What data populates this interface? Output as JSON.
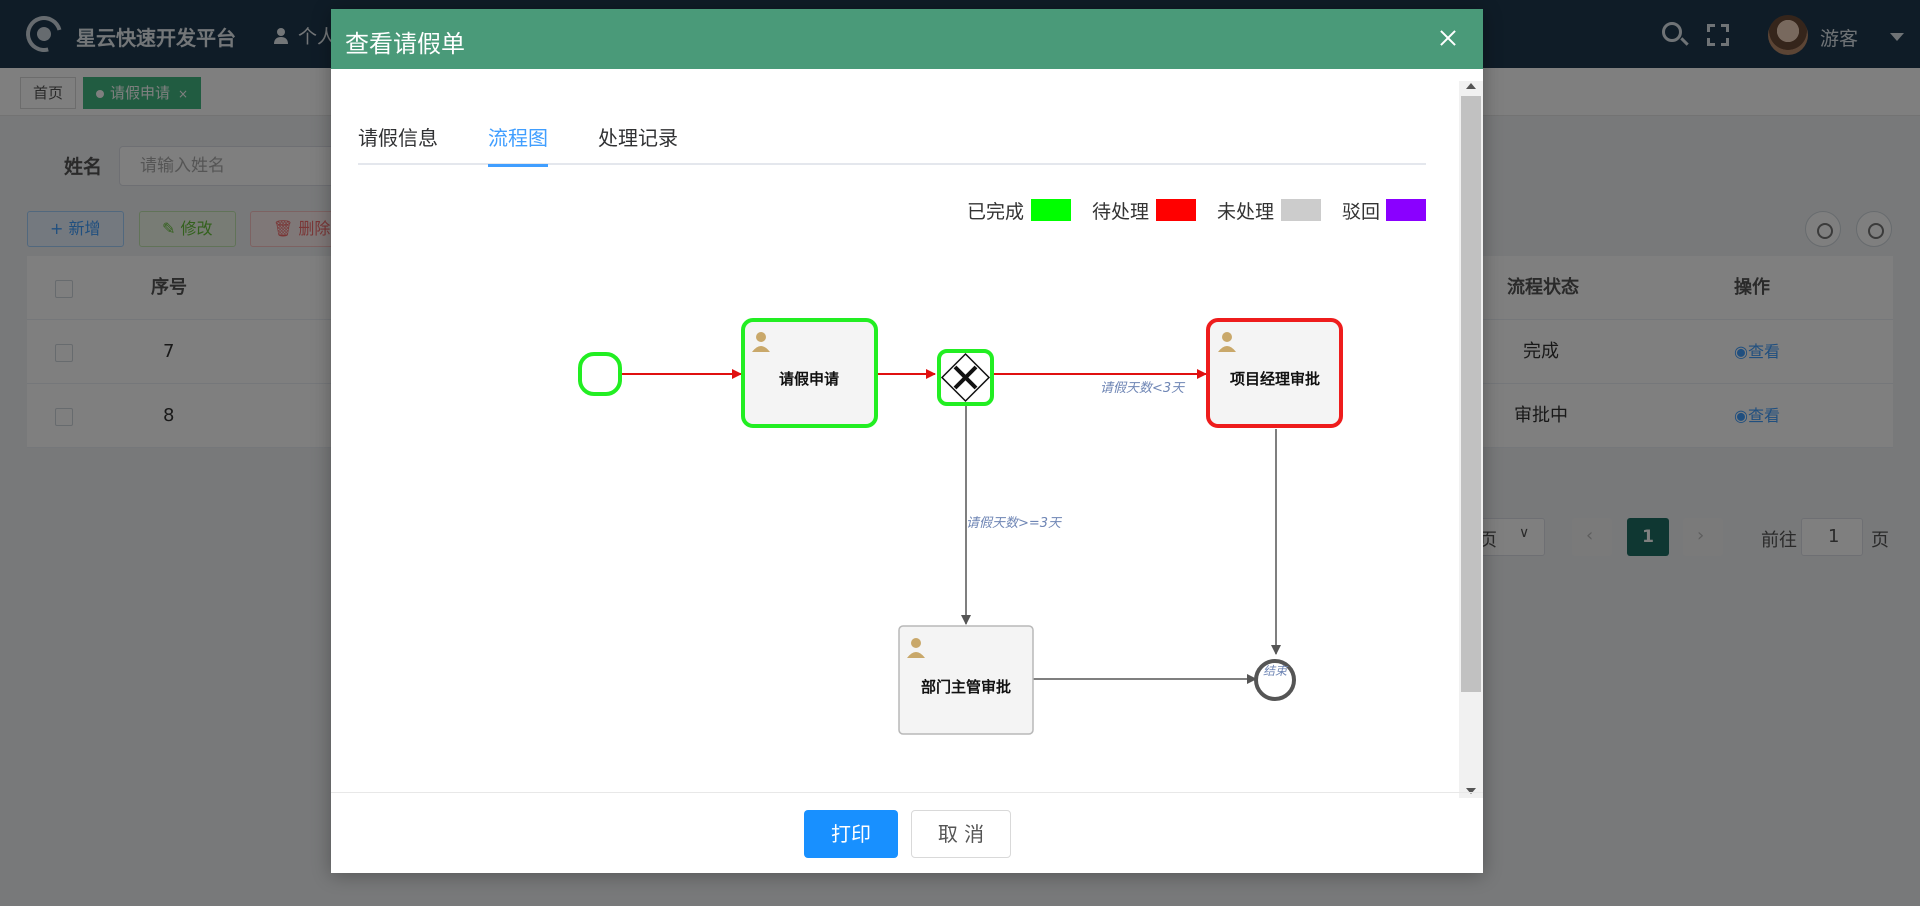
{
  "app": {
    "title": "星云快速开发平台",
    "nav_item": "个人",
    "user_name": "游客"
  },
  "page_tabs": [
    {
      "label": "首页"
    },
    {
      "label": "请假申请"
    }
  ],
  "search": {
    "label": "姓名",
    "placeholder": "请输入姓名"
  },
  "toolbar": {
    "add_label": "+ 新增",
    "edit_label": "修改",
    "delete_label": "删除"
  },
  "table": {
    "columns": [
      "序号",
      "流程状态",
      "操作"
    ],
    "rows": [
      {
        "index": "7",
        "status": "完成",
        "action": "查看"
      },
      {
        "index": "8",
        "status": "审批中",
        "action": "查看"
      }
    ]
  },
  "pagination": {
    "size_suffix": "页",
    "current_page": "1",
    "goto_label": "前往",
    "goto_value": "1",
    "goto_suffix": "页"
  },
  "modal": {
    "title": "查看请假单",
    "tabs": [
      {
        "label": "请假信息"
      },
      {
        "label": "流程图"
      },
      {
        "label": "处理记录"
      }
    ],
    "active_tab": 1,
    "legend": [
      {
        "label": "已完成",
        "color": "#00ff00"
      },
      {
        "label": "待处理",
        "color": "#ff0000"
      },
      {
        "label": "未处理",
        "color": "#cccccc"
      },
      {
        "label": "驳回",
        "color": "#8a00ff"
      }
    ],
    "diagram": {
      "nodes": {
        "leave_request": "请假申请",
        "manager_approval": "项目经理审批",
        "dept_head_approval": "部门主管审批",
        "end": "结束"
      },
      "edges": {
        "lt3": "请假天数<3天",
        "ge3": "请假天数>=3天"
      },
      "colors": {
        "completed": "#22ee22",
        "pending": "#ee1c1c",
        "arrow_active": "#e01010",
        "arrow_idle": "#555555",
        "task_fill": "#f4f4f4",
        "user_icon": "#c9a86a",
        "edge_label": "#6f86b5"
      }
    },
    "print_label": "打印",
    "cancel_label": "取 消"
  }
}
